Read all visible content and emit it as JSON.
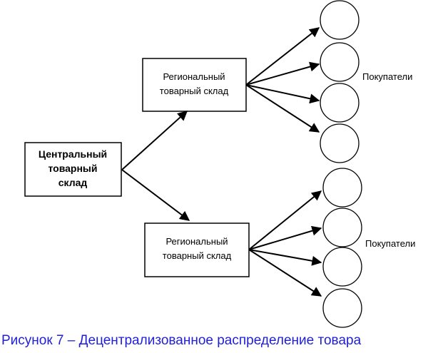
{
  "central": {
    "line1": "Центральный",
    "line2": "товарный",
    "line3": "склад"
  },
  "regional": [
    {
      "line1": "Региональный",
      "line2": "товарный склад"
    },
    {
      "line1": "Региональный",
      "line2": "товарный склад"
    }
  ],
  "buyers_labels": [
    "Покупатели",
    "Покупатели"
  ],
  "caption": "Рисунок 7 – Децентрализованное распределение товара",
  "colors": {
    "caption": "#1f1fd6",
    "stroke": "#000000"
  }
}
